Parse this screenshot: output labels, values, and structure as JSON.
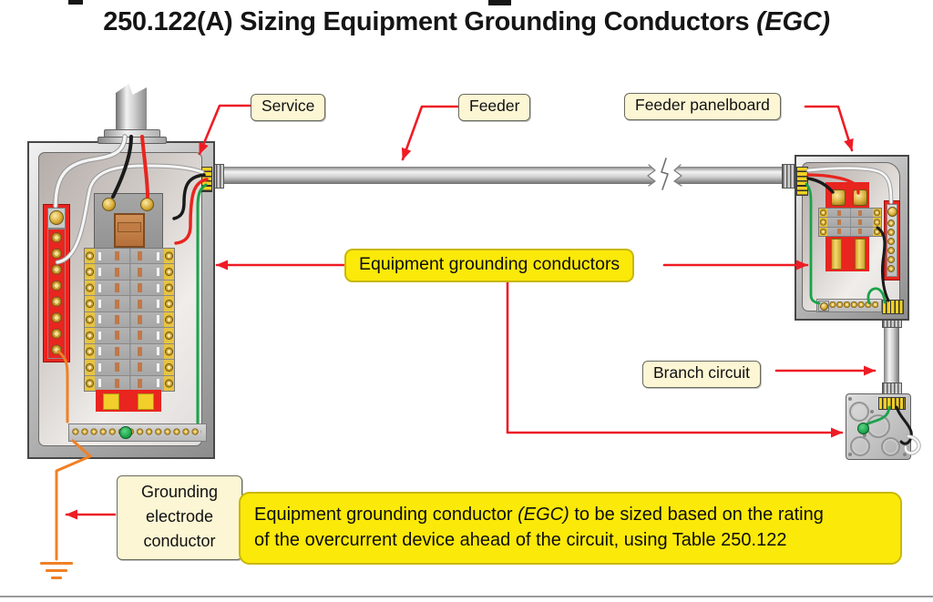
{
  "title": {
    "main": "250.122(A) Sizing Equipment Grounding Conductors",
    "suffix": "(EGC)"
  },
  "callouts": {
    "service": "Service",
    "feeder": "Feeder",
    "feeder_panelboard": "Feeder panelboard",
    "equipment_grounding_conductors": "Equipment grounding conductors",
    "branch_circuit": "Branch circuit",
    "grounding_electrode_conductor": "Grounding electrode conductor"
  },
  "note": {
    "line1_pre": "Equipment grounding conductor ",
    "line1_italic": "(EGC)",
    "line1_post": " to be sized based on the rating",
    "line2": "of the overcurrent device ahead of the circuit, using Table 250.122"
  },
  "colors": {
    "arrow_red": "#ee1c25",
    "highlight_yellow": "#fbe90a",
    "label_cream": "#fcf6d4",
    "panel_red": "#e8251f",
    "wire_green": "#19a24a",
    "wire_orange": "#f08024",
    "brass": "#d8ab38"
  }
}
